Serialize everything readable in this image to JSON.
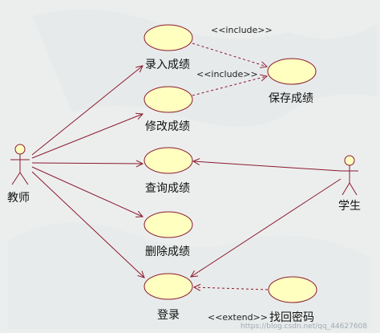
{
  "actors": {
    "teacher": {
      "label": "教师",
      "icon": "stick-figure-icon"
    },
    "student": {
      "label": "学生",
      "icon": "stick-figure-icon"
    }
  },
  "use_cases": {
    "enter_grades": "录入成绩",
    "modify_grades": "修改成绩",
    "query_grades": "查询成绩",
    "delete_grades": "删除成绩",
    "login": "登录",
    "save_grades": "保存成绩",
    "recover_password": "找回密码"
  },
  "stereotypes": {
    "include_1": "<<include>>",
    "include_2": "<<include>>",
    "extend": "<<extend>>"
  },
  "watermark": "https://blog.csdn.net/qq_44627608",
  "colors": {
    "usecase_fill": "#ffffc0",
    "usecase_stroke": "#8b1a2e",
    "association": "#8b1a2e",
    "background": "#eceeee"
  }
}
